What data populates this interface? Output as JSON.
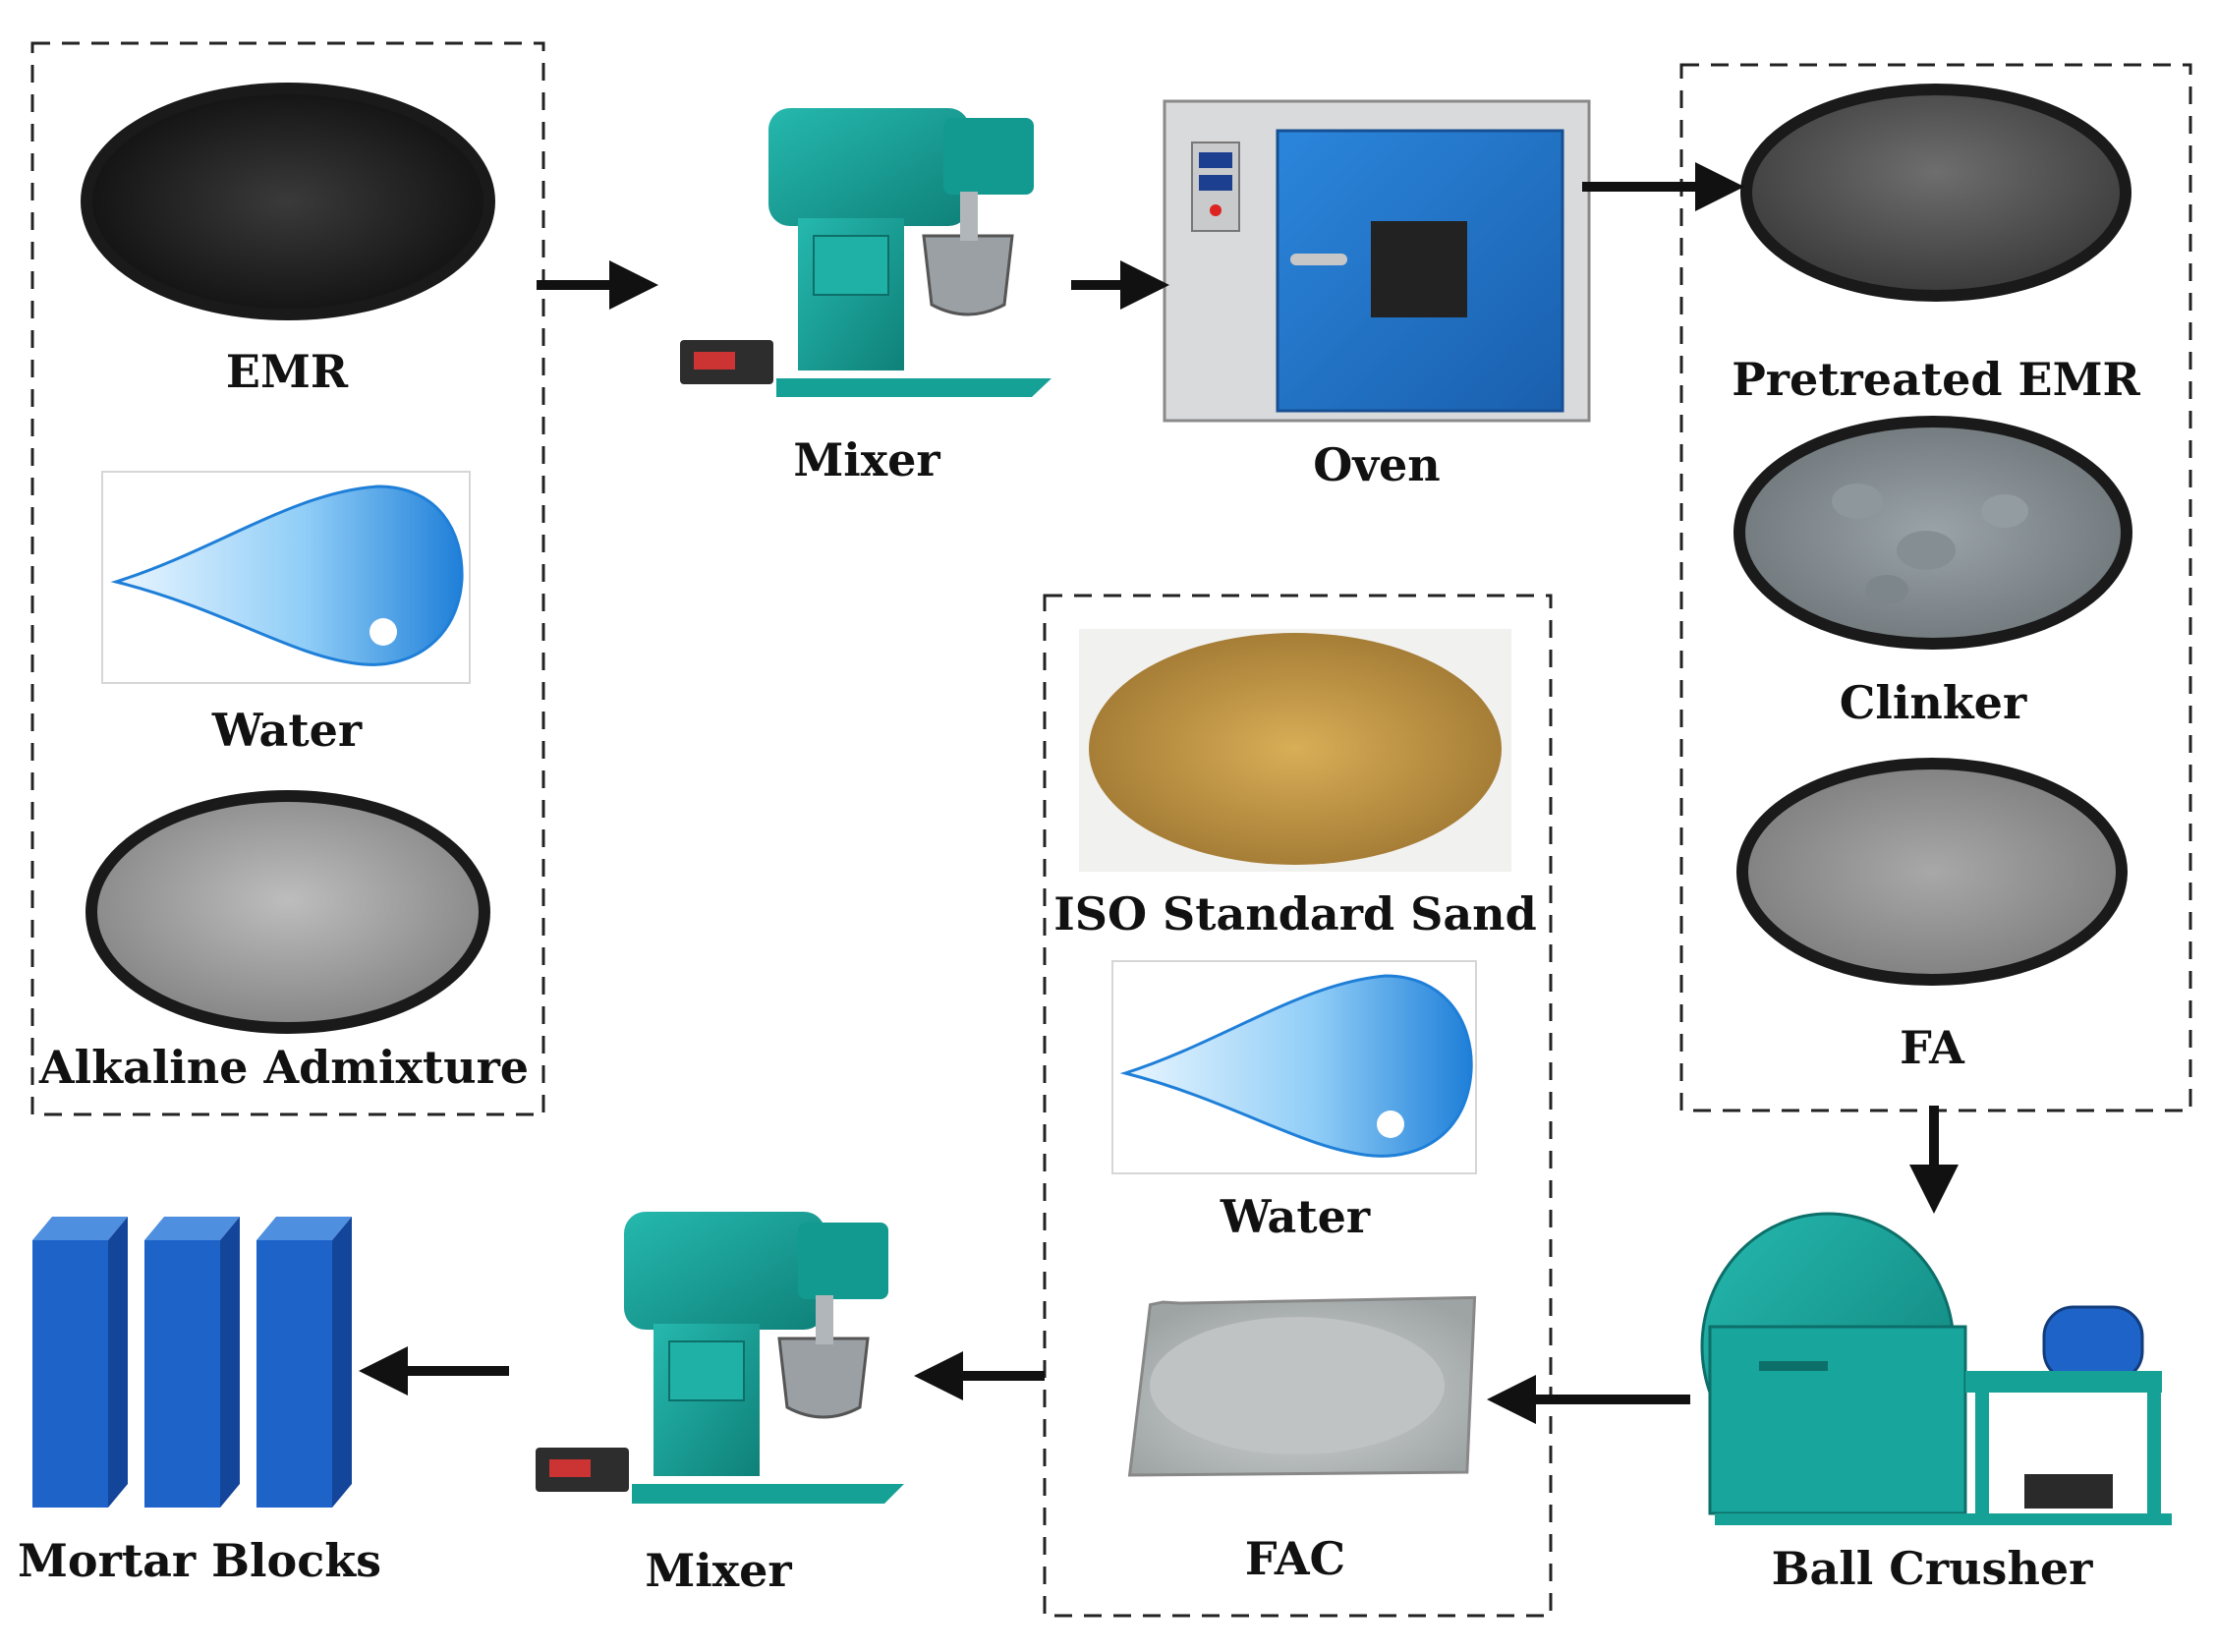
{
  "labels": {
    "emr": "EMR",
    "water_top": "Water",
    "alkaline": "Alkaline Admixture",
    "mixer_top": "Mixer",
    "oven": "Oven",
    "pretreated": "Pretreated EMR",
    "clinker": "Clinker",
    "fa": "FA",
    "iso_sand": "ISO Standard Sand",
    "water_mid": "Water",
    "fac": "FAC",
    "ball_crusher": "Ball Crusher",
    "mixer_bottom": "Mixer",
    "mortar": "Mortar Blocks"
  },
  "colors": {
    "mixer_teal": "#1aa39a",
    "oven_blue": "#1f6fc4",
    "block_blue": "#1e63c8",
    "water_blue": "#3aa4ef",
    "sand": "#c9a04a",
    "arrow": "#111111"
  }
}
